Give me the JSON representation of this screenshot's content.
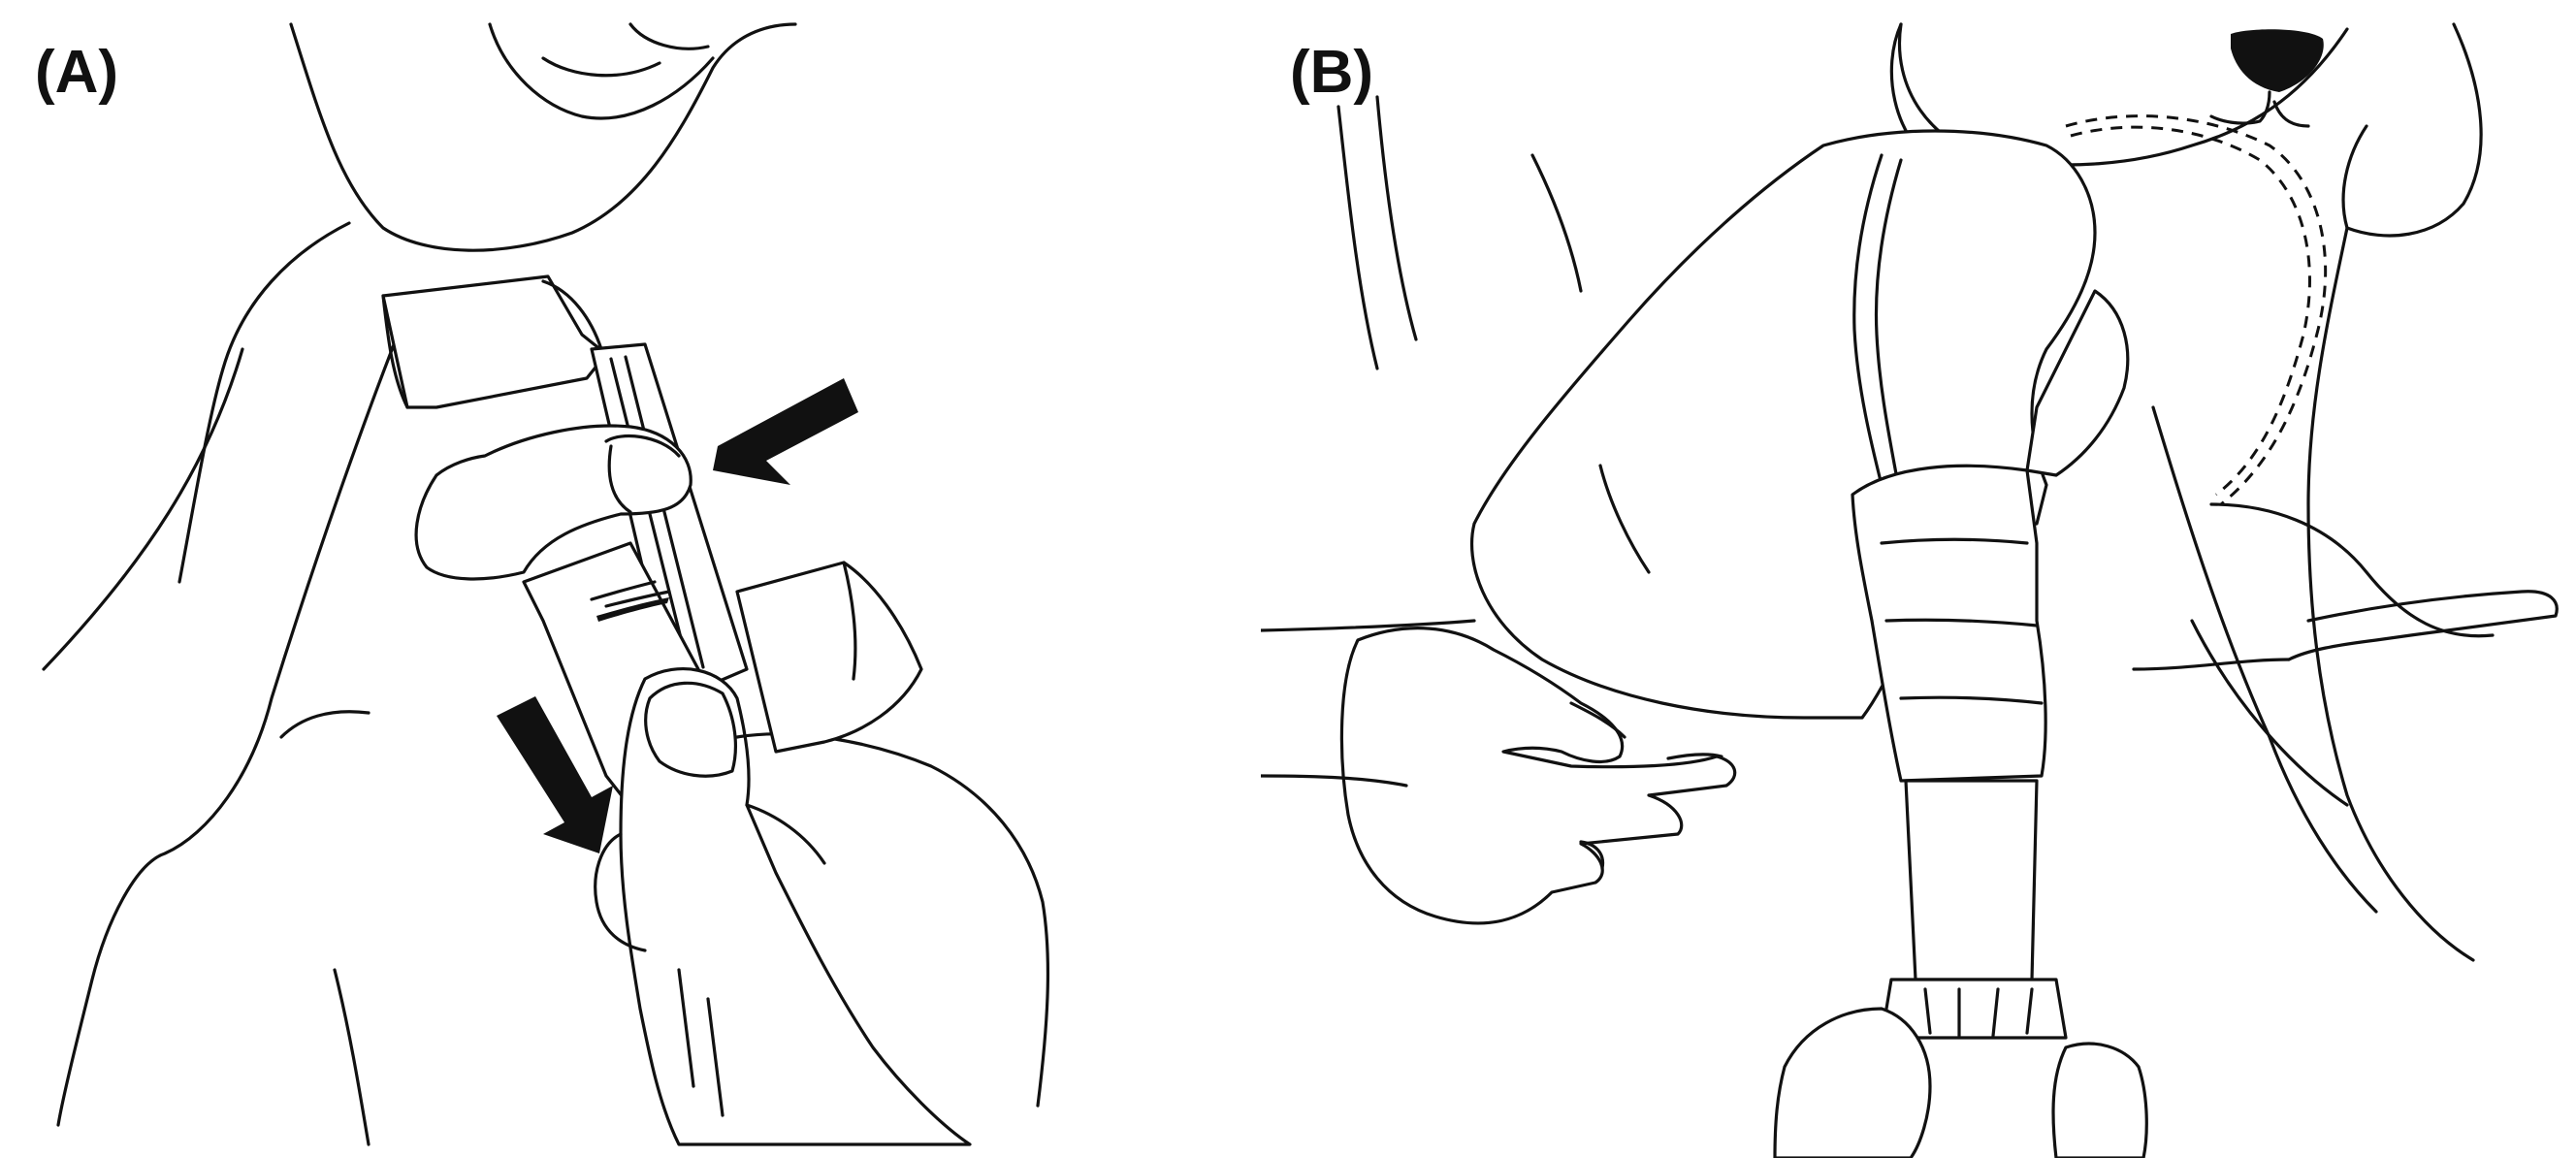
{
  "figure": {
    "panels": [
      {
        "id": "A",
        "label": "(A)"
      },
      {
        "id": "B",
        "label": "(B)"
      }
    ]
  },
  "colors": {
    "line": "#111111",
    "background": "#ffffff"
  },
  "icons": {
    "press_arrow": "arrow-pointing-left-icon",
    "slide_arrow": "arrow-pointing-down-icon"
  }
}
